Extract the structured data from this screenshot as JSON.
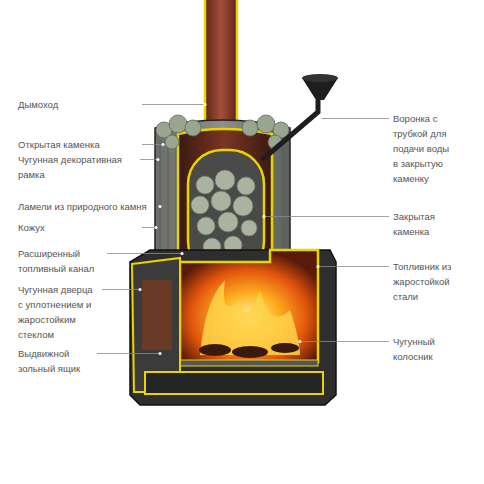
{
  "diagram": {
    "labels": [
      "Дымоход",
      "Открытая каменка",
      "Чугунная декоративная рамка",
      "Ламели из природного камня",
      "Кожух",
      "Расширенный топливный канал",
      "Чугунная дверца с уплотнением и жаростойким стеклом",
      "Выдвижной зольный ящик",
      "Воронка с трубкой для подачи воды в закрытую каменку",
      "Закрытая каменка",
      "Топливник из жаростойкой стали",
      "Чугунный колосник"
    ]
  }
}
